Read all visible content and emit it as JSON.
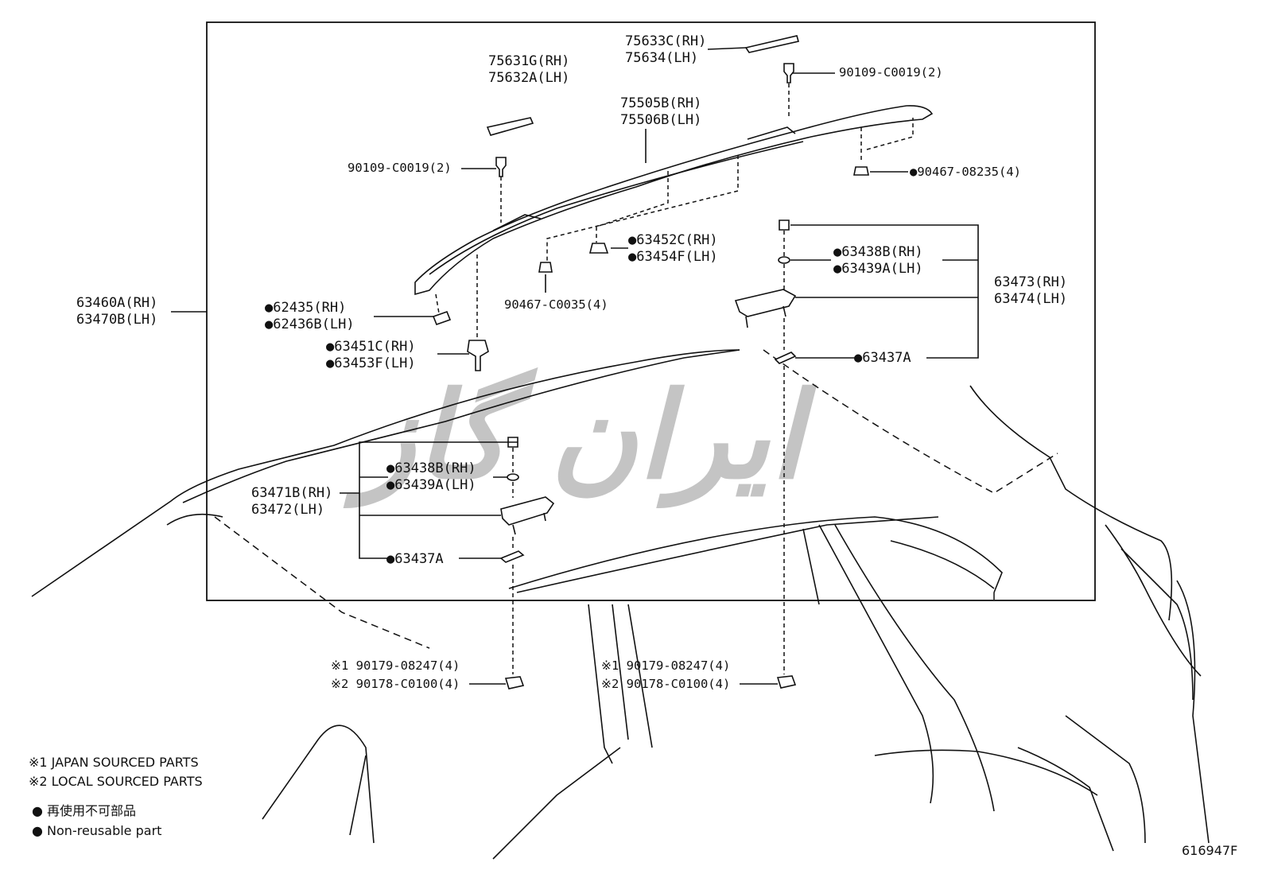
{
  "labels": {
    "l_75633": [
      "75633C(RH)",
      "75634(LH)"
    ],
    "l_75631": [
      "75631G(RH)",
      "75632A(LH)"
    ],
    "l_90109_top": [
      "90109-C0019(2)"
    ],
    "l_75505": [
      "75505B(RH)",
      "75506B(LH)"
    ],
    "l_90109_left": [
      "90109-C0019(2)"
    ],
    "l_90467_08235": [
      "●90467-08235(4)"
    ],
    "l_63452": [
      "●63452C(RH)",
      "●63454F(LH)"
    ],
    "l_63438_top": [
      "●63438B(RH)",
      "●63439A(LH)"
    ],
    "l_63473": [
      "63473(RH)",
      "63474(LH)"
    ],
    "l_90467_c0035": [
      "90467-C0035(4)"
    ],
    "l_63460": [
      "63460A(RH)",
      "63470B(LH)"
    ],
    "l_62435": [
      "●62435(RH)",
      "●62436B(LH)"
    ],
    "l_63451": [
      "●63451C(RH)",
      "●63453F(LH)"
    ],
    "l_63437_top": [
      "●63437A"
    ],
    "l_63438_bot": [
      "●63438B(RH)",
      "●63439A(LH)"
    ],
    "l_63471": [
      "63471B(RH)",
      "63472(LH)"
    ],
    "l_63437_bot": [
      "●63437A"
    ],
    "l_9017x_left": [
      "※1 90179-08247(4)",
      "※2 90178-C0100(4)"
    ],
    "l_9017x_right": [
      "※1 90179-08247(4)",
      "※2 90178-C0100(4)"
    ]
  },
  "legend": {
    "line1": "※1 JAPAN SOURCED PARTS",
    "line2": "※2 LOCAL SOURCED PARTS",
    "line3": "● 再使用不可部品",
    "line4": "● Non-reusable part"
  },
  "diagram_id": "616947F",
  "watermark": "ایران گاز"
}
